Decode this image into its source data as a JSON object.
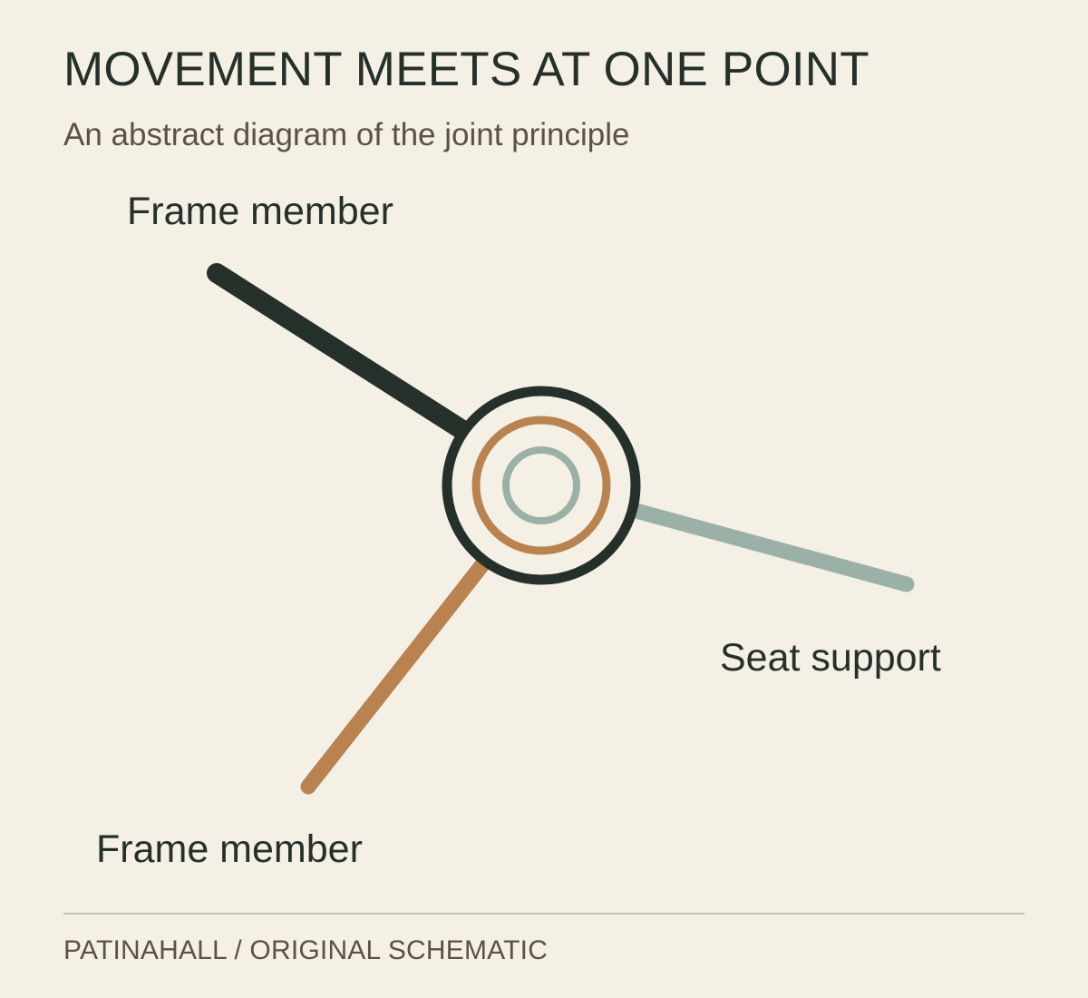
{
  "title": "MOVEMENT MEETS AT ONE POINT",
  "subtitle": "An abstract diagram of the joint principle",
  "labels": {
    "upper_left": "Frame member",
    "right": "Seat support",
    "lower_left": "Frame member"
  },
  "footer": "PATINAHALL / ORIGINAL SCHEMATIC",
  "colors": {
    "background": "#f5f0e6",
    "dark": "#26302b",
    "copper": "#b88350",
    "sage": "#9bb0a7",
    "muted_text": "#5c5148",
    "rule": "#c6bfb3"
  }
}
